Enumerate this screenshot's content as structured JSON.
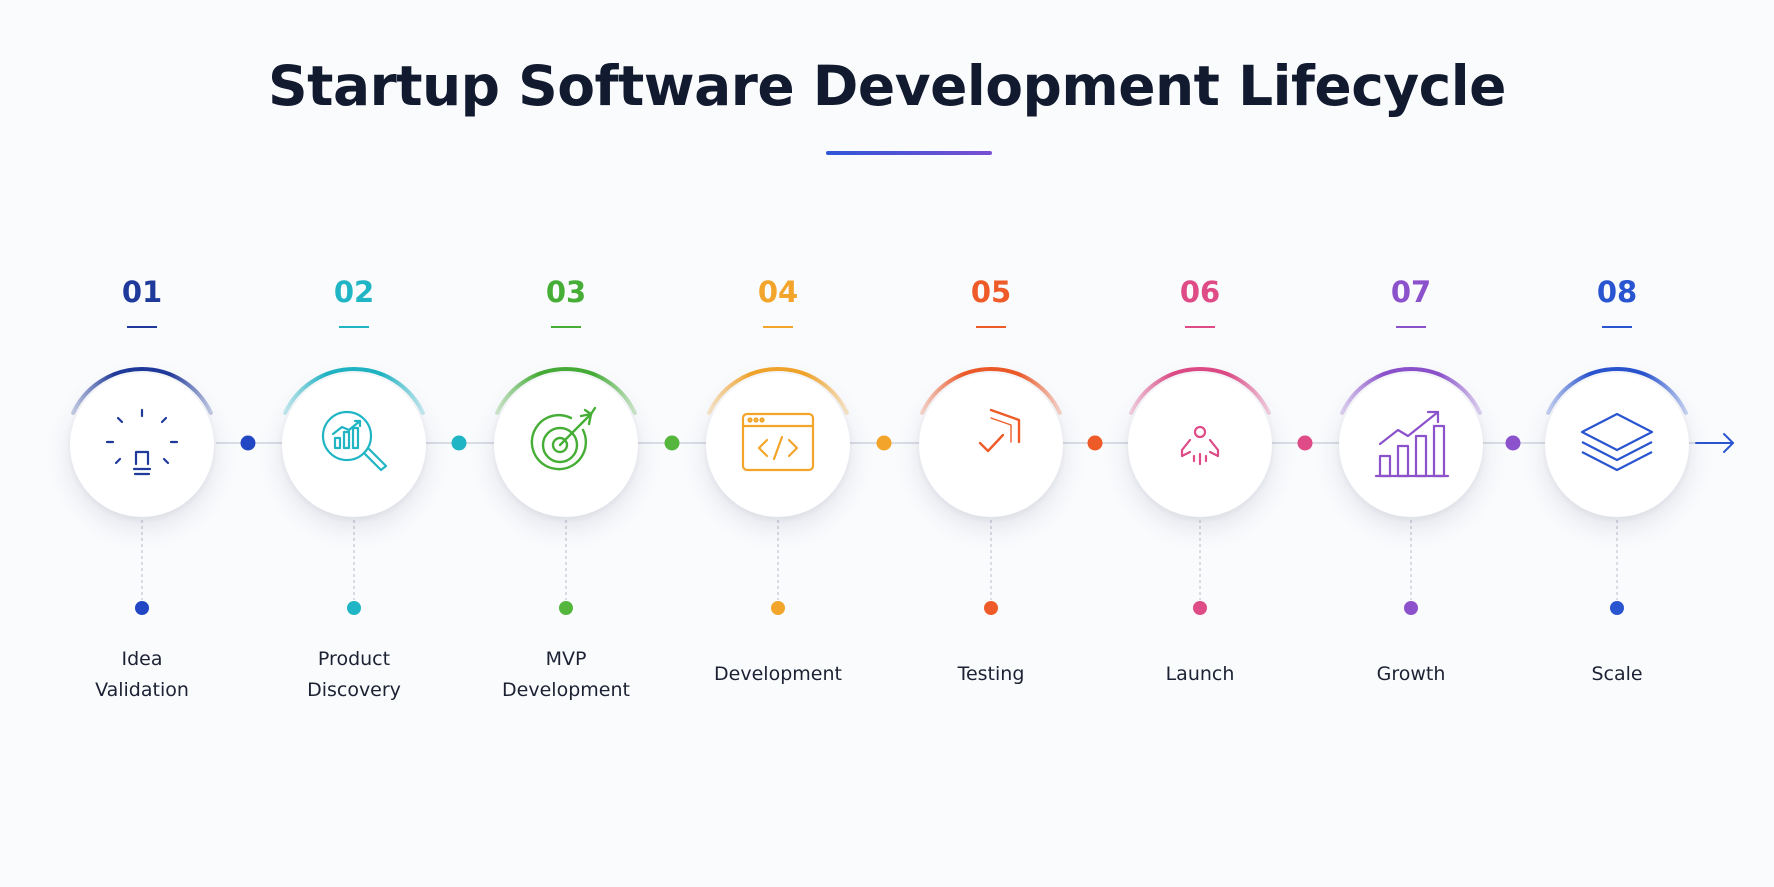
{
  "title": "Startup Software Development Lifecycle",
  "steps": [
    {
      "number": "01",
      "label": "Idea\nValidation",
      "color": "#1f3a9a",
      "dot_color": "#2147c4",
      "icon": "lightbulb-icon"
    },
    {
      "number": "02",
      "label": "Product\nDiscovery",
      "color": "#1fb5c4",
      "dot_color": "#1fb5c4",
      "icon": "magnifier-chart-icon"
    },
    {
      "number": "03",
      "label": "MVP\nDevelopment",
      "color": "#46ae36",
      "dot_color": "#55b63e",
      "icon": "target-icon"
    },
    {
      "number": "04",
      "label": "Development",
      "color": "#f2a52a",
      "dot_color": "#f2a52a",
      "icon": "code-window-icon"
    },
    {
      "number": "05",
      "label": "Testing",
      "color": "#ee5b28",
      "dot_color": "#ee5b28",
      "icon": "shield-check-icon"
    },
    {
      "number": "06",
      "label": "Launch",
      "color": "#de4b86",
      "dot_color": "#de4b86",
      "icon": "rocket-icon"
    },
    {
      "number": "07",
      "label": "Growth",
      "color": "#8c52cc",
      "dot_color": "#8c52cc",
      "icon": "growth-chart-icon"
    },
    {
      "number": "08",
      "label": "Scale",
      "color": "#2a55d0",
      "dot_color": "#2a55d0",
      "icon": "layers-icon"
    }
  ],
  "arrow_icon": "arrow-right-icon"
}
